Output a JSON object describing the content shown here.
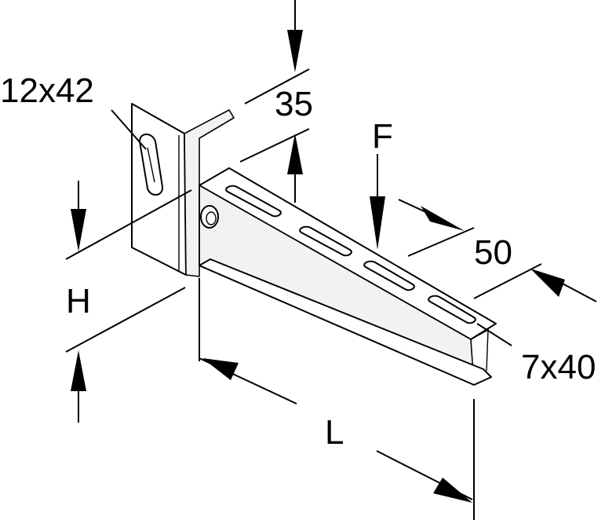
{
  "labels": {
    "slot_wall": "12x42",
    "depth": "35",
    "force": "F",
    "width": "50",
    "height": "H",
    "slot_arm": "7x40",
    "length": "L"
  },
  "colors": {
    "line": "#000000",
    "background": "#ffffff",
    "fill": "#f2f2f2"
  }
}
